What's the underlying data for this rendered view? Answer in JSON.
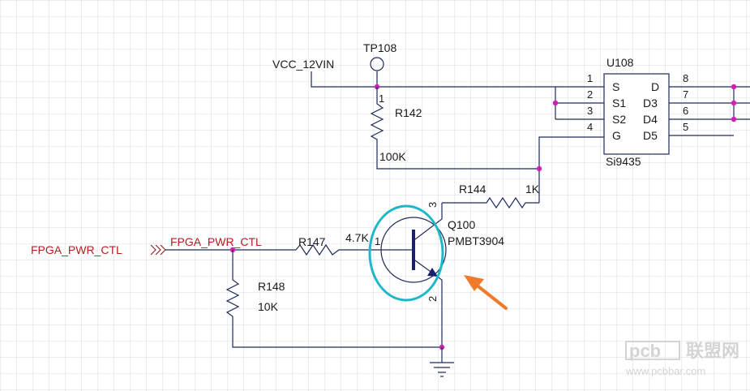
{
  "nets": {
    "vcc": "VCC_12VIN",
    "fpga_port": "FPGA_PWR_CTL",
    "fpga_wire": "FPGA_PWR_CTL"
  },
  "testpoint": {
    "ref": "TP108"
  },
  "r142": {
    "ref": "R142",
    "value": "100K",
    "pin1": "1"
  },
  "r144": {
    "ref": "R144",
    "value": "1K"
  },
  "r147": {
    "ref": "R147",
    "value": "4.7K"
  },
  "r148": {
    "ref": "R148",
    "value": "10K"
  },
  "q100": {
    "ref": "Q100",
    "part": "PMBT3904",
    "pin_base": "1",
    "pin_collector": "3",
    "pin_emitter": "2"
  },
  "u108": {
    "ref": "U108",
    "part": "Si9435",
    "left_pins": [
      {
        "num": "1",
        "name": "S"
      },
      {
        "num": "2",
        "name": "S1"
      },
      {
        "num": "3",
        "name": "S2"
      },
      {
        "num": "4",
        "name": "G"
      }
    ],
    "right_pins": [
      {
        "num": "8",
        "name": "D"
      },
      {
        "num": "7",
        "name": "D3"
      },
      {
        "num": "6",
        "name": "D4"
      },
      {
        "num": "5",
        "name": "D5"
      }
    ]
  },
  "highlight": {
    "circle_color": "#1fb8c9",
    "arrow_color": "#f07a2a"
  },
  "colors": {
    "wire": "#1f2a5a",
    "junction": "#d21fb4",
    "net_label": "#b32020",
    "grid": "#d9dde6"
  },
  "watermark": {
    "logo": "pcb",
    "text": "联盟网",
    "url": "www.pcbbar.com"
  }
}
